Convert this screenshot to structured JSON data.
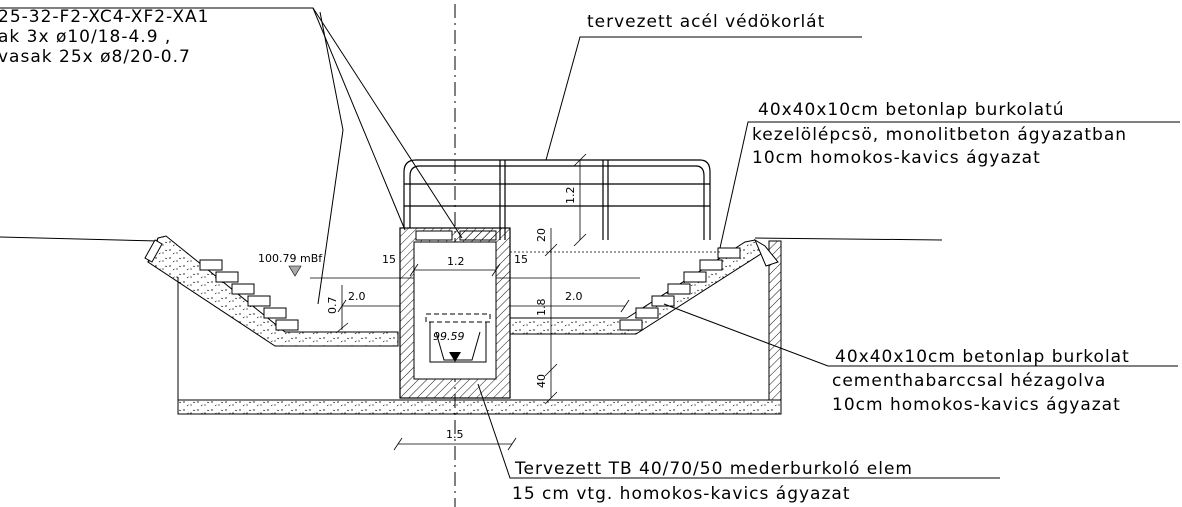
{
  "callouts": {
    "concrete_spec": {
      "line1": "25-32-F2-XC4-XF2-XA1",
      "line2": "ak 3x ø10/18-4.9 ,",
      "line3": "vasak 25x ø8/20-0.7"
    },
    "railing": "tervezett acél védökorlát",
    "steps": {
      "line1": "40x40x10cm betonlap burkolatú",
      "line2": "kezelölépcsö, monolitbeton ágyazatban",
      "line3": "10cm homokos-kavics ágyazat"
    },
    "slope_paving": {
      "line1": "40x40x10cm betonlap burkolat",
      "line2": "cementhabarccsal hézagolva",
      "line3": "10cm homokos-kavics ágyazat"
    },
    "channel": {
      "line1": "Tervezett TB 40/70/50 mederburkoló elem",
      "line2": "15 cm vtg. homokos-kavics ágyazat"
    }
  },
  "dimensions": {
    "level_mbf": "100.79 mBf",
    "bottom_level": "99.59",
    "railing_height": "1.2",
    "top_20": "20",
    "wall_15_left": "15",
    "wall_15_right": "15",
    "inner_width": "1.2",
    "left_2_0": "2.0",
    "right_2_0": "2.0",
    "depth_0_7": "0.7",
    "depth_1_8": "1.8",
    "slab_40": "40",
    "base_width": "1.5"
  }
}
